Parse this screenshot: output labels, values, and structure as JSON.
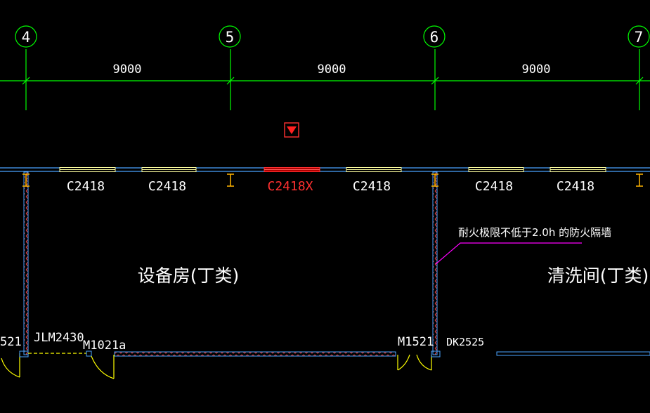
{
  "grid_axes": [
    {
      "label": "4"
    },
    {
      "label": "5"
    },
    {
      "label": "6"
    },
    {
      "label": "7"
    }
  ],
  "dimensions": [
    "9000",
    "9000",
    "9000"
  ],
  "windows": [
    {
      "label": "C2418",
      "highlighted": false
    },
    {
      "label": "C2418",
      "highlighted": false
    },
    {
      "label": "C2418X",
      "highlighted": true
    },
    {
      "label": "C2418",
      "highlighted": false
    },
    {
      "label": "C2418",
      "highlighted": false
    },
    {
      "label": "C2418",
      "highlighted": false
    }
  ],
  "rooms": {
    "equipment": "设备房(丁类)",
    "washing": "清洗间(丁类)"
  },
  "annotation": "耐火极限不低于2.0h 的防火隔墙",
  "doors": {
    "left_partial": "521",
    "rolling_door": "JLM2430",
    "m1021a": "M1021a",
    "m1521": "M1521",
    "dk2525": "DK2525"
  },
  "colors": {
    "background": "#000000",
    "axis_lines": "#00ff00",
    "text": "#ffffff",
    "selected": "#ff3030",
    "wall_outline": "#4aa3ff",
    "wall_hatch": "#ff4040",
    "window": "#ffffa0",
    "column": "#ffb400",
    "door": "#ffff00",
    "leader": "#ff00ff"
  },
  "icons": {
    "selection_marker": "triangle-down-icon"
  }
}
